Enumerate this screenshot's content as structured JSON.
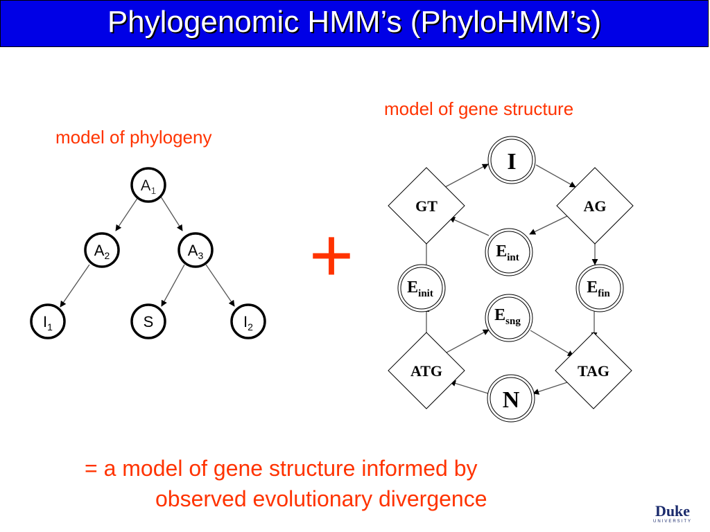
{
  "title": "Phylogenomic HMM’s (PhyloHMM’s)",
  "labels": {
    "phylogeny": "model of phylogeny",
    "gene_structure": "model of gene structure",
    "plus": "+"
  },
  "phylogeny_tree": {
    "nodes": {
      "a1": {
        "base": "A",
        "sub": "1"
      },
      "a2": {
        "base": "A",
        "sub": "2"
      },
      "a3": {
        "base": "A",
        "sub": "3"
      },
      "i1": {
        "base": "I",
        "sub": "1"
      },
      "s": {
        "base": "S",
        "sub": ""
      },
      "i2": {
        "base": "I",
        "sub": "2"
      }
    }
  },
  "gene_model": {
    "states": {
      "i": {
        "base": "I",
        "sub": ""
      },
      "gt": {
        "base": "GT",
        "sub": ""
      },
      "ag": {
        "base": "AG",
        "sub": ""
      },
      "eint": {
        "base": "E",
        "sub": "int"
      },
      "einit": {
        "base": "E",
        "sub": "init"
      },
      "efin": {
        "base": "E",
        "sub": "fin"
      },
      "esng": {
        "base": "E",
        "sub": "sng"
      },
      "atg": {
        "base": "ATG",
        "sub": ""
      },
      "tag": {
        "base": "TAG",
        "sub": ""
      },
      "n": {
        "base": "N",
        "sub": ""
      }
    }
  },
  "conclusion": {
    "line1": "= a model of gene structure informed by",
    "line2": "observed evolutionary divergence"
  },
  "logo": {
    "name": "Duke",
    "subtitle": "UNIVERSITY"
  },
  "colors": {
    "title_bar": "#0000e6",
    "accent": "#ff3300"
  }
}
